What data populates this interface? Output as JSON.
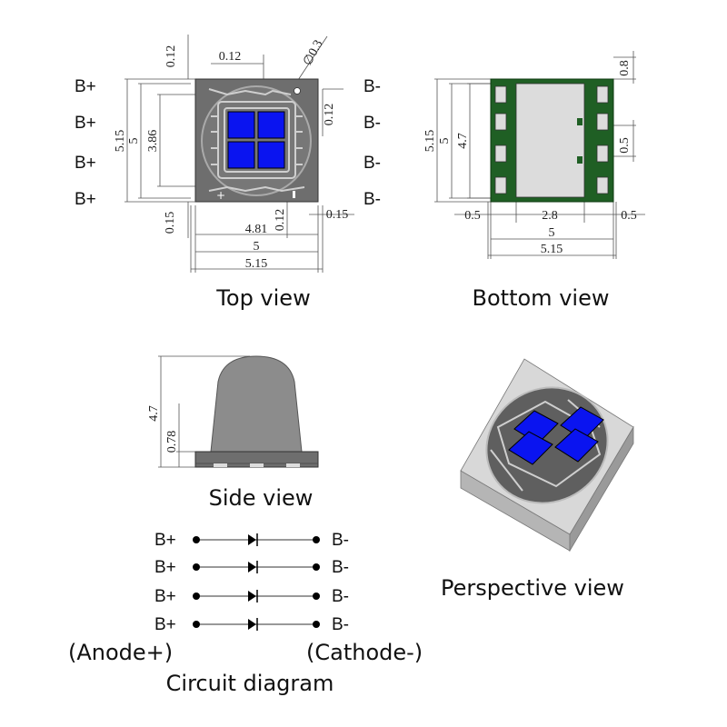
{
  "views": {
    "top": "Top view",
    "bottom": "Bottom view",
    "side": "Side view",
    "perspective": "Perspective view",
    "circuit": "Circuit diagram"
  },
  "pins": {
    "anode": "B+",
    "cathode": "B-",
    "anode_note": "(Anode+)",
    "cathode_note": "(Cathode-)"
  },
  "top_dims": {
    "outer_h": "5.15",
    "body_h": "5",
    "die_h": "3.86",
    "top_gap": "0.12",
    "pad_gap": "0.12",
    "hole": "∅0.3",
    "right_gap": "0.12",
    "bottom_left": "0.15",
    "bottom_mid": "0.12",
    "bottom_right": "0.15",
    "die_w": "4.81",
    "body_w": "5",
    "outer_w": "5.15"
  },
  "bottom_dims": {
    "outer_h": "5.15",
    "body_h": "5",
    "pad_h": "4.7",
    "top_right": "0.8",
    "mid_right": "0.5",
    "left_gap": "0.5",
    "center_w": "2.8",
    "right_gap": "0.5",
    "body_w": "5",
    "outer_w": "5.15"
  },
  "side_dims": {
    "total_h": "4.7",
    "base_h": "0.78"
  },
  "colors": {
    "die_blue": "#0a14f0",
    "pad_green": "#1f5f24",
    "body_gray": "#6e6e6e",
    "dome_gray": "#8c8c8c"
  }
}
